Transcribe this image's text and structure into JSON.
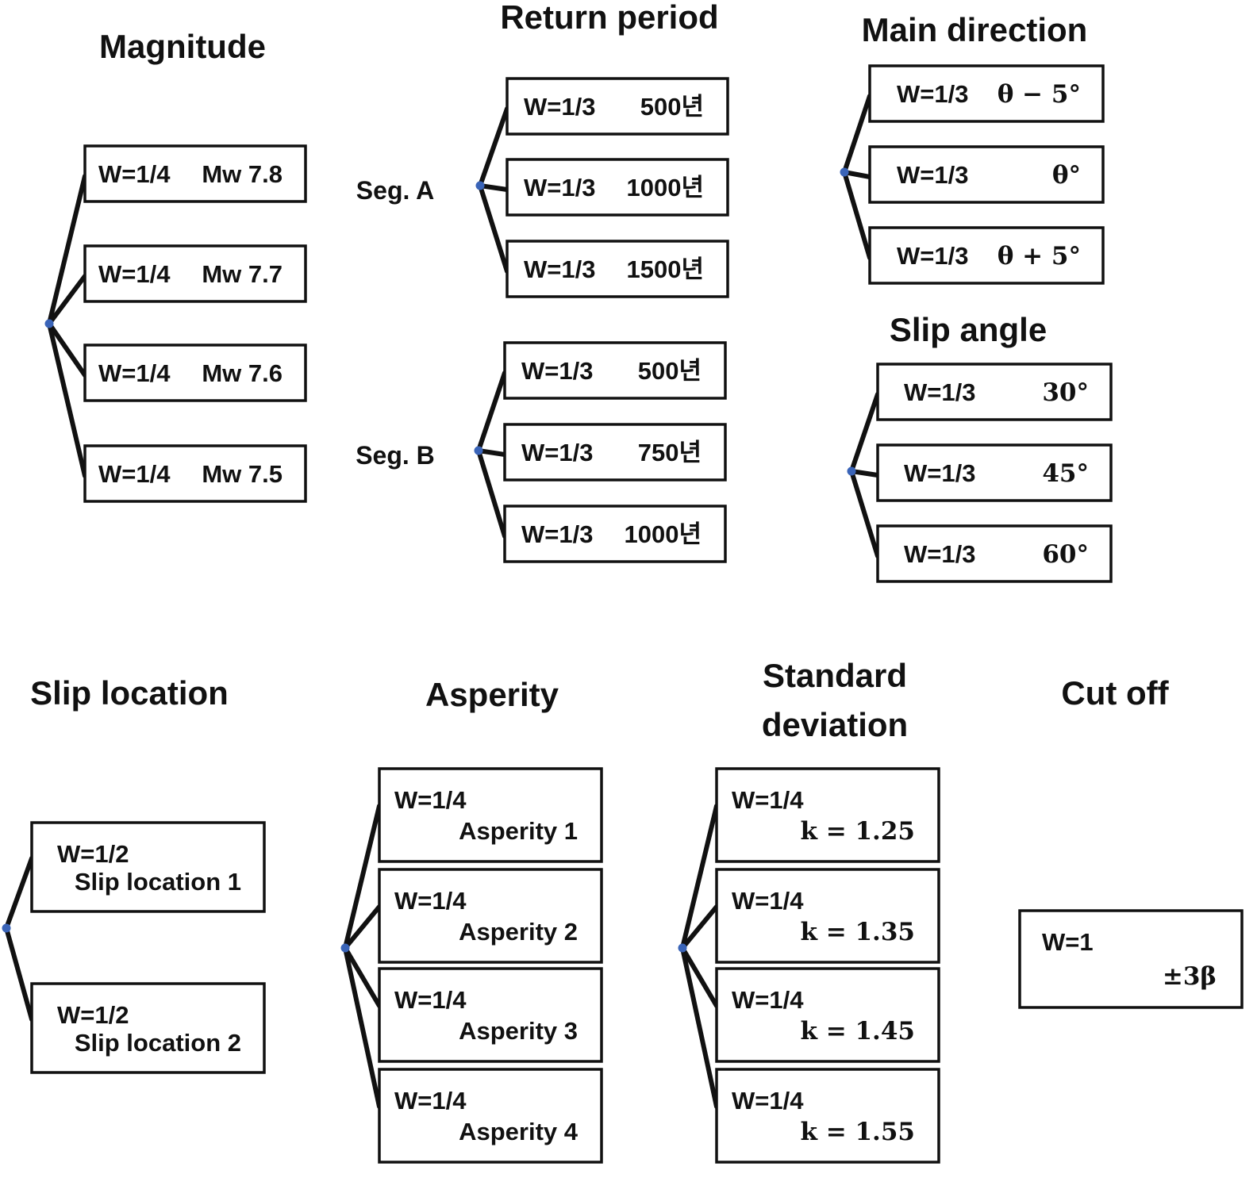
{
  "titles": {
    "magnitude": "Magnitude",
    "return_period": "Return period",
    "main_direction": "Main direction",
    "slip_angle": "Slip angle",
    "slip_location": "Slip location",
    "asperity": "Asperity",
    "std_line1": "Standard",
    "std_line2": "deviation",
    "cutoff": "Cut off"
  },
  "segments": {
    "a": "Seg. A",
    "b": "Seg. B"
  },
  "magnitude": [
    {
      "w": "W=1/4",
      "v": "Mw 7.8"
    },
    {
      "w": "W=1/4",
      "v": "Mw 7.7"
    },
    {
      "w": "W=1/4",
      "v": "Mw 7.6"
    },
    {
      "w": "W=1/4",
      "v": "Mw 7.5"
    }
  ],
  "seg_a": [
    {
      "w": "W=1/3",
      "v": "500년"
    },
    {
      "w": "W=1/3",
      "v": "1000년"
    },
    {
      "w": "W=1/3",
      "v": "1500년"
    }
  ],
  "seg_b": [
    {
      "w": "W=1/3",
      "v": "500년"
    },
    {
      "w": "W=1/3",
      "v": "750년"
    },
    {
      "w": "W=1/3",
      "v": "1000년"
    }
  ],
  "main_direction": [
    {
      "w": "W=1/3",
      "v": "θ − 5°"
    },
    {
      "w": "W=1/3",
      "v": "θ°"
    },
    {
      "w": "W=1/3",
      "v": "θ + 5°"
    }
  ],
  "slip_angle": [
    {
      "w": "W=1/3",
      "v": "30°"
    },
    {
      "w": "W=1/3",
      "v": "45°"
    },
    {
      "w": "W=1/3",
      "v": "60°"
    }
  ],
  "slip_location": [
    {
      "w": "W=1/2",
      "v": "Slip location 1"
    },
    {
      "w": "W=1/2",
      "v": "Slip location 2"
    }
  ],
  "asperity": [
    {
      "w": "W=1/4",
      "v": "Asperity 1"
    },
    {
      "w": "W=1/4",
      "v": "Asperity 2"
    },
    {
      "w": "W=1/4",
      "v": "Asperity 3"
    },
    {
      "w": "W=1/4",
      "v": "Asperity 4"
    }
  ],
  "std_dev": [
    {
      "w": "W=1/4",
      "v": "k = 1.25"
    },
    {
      "w": "W=1/4",
      "v": "k = 1.35"
    },
    {
      "w": "W=1/4",
      "v": "k = 1.45"
    },
    {
      "w": "W=1/4",
      "v": "k = 1.55"
    }
  ],
  "cutoff": [
    {
      "w": "W=1",
      "v": "±3β"
    }
  ],
  "colors": {
    "line": "#111111",
    "node": "#3a64b8"
  }
}
